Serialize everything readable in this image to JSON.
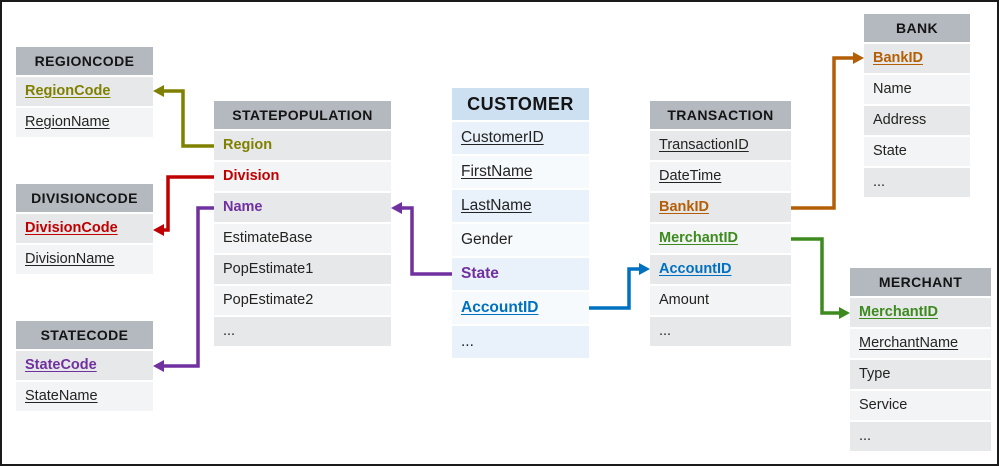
{
  "colors": {
    "region": "#808000",
    "division": "#c00000",
    "state": "#7030a0",
    "account": "#0070c0",
    "bank": "#b45f06",
    "merchant": "#3d8b1e"
  },
  "tables": {
    "regioncode": {
      "title": "REGIONCODE",
      "fields": [
        "RegionCode",
        "RegionName"
      ]
    },
    "divisioncode": {
      "title": "DIVISIONCODE",
      "fields": [
        "DivisionCode",
        "DivisionName"
      ]
    },
    "statecode": {
      "title": "STATECODE",
      "fields": [
        "StateCode",
        "StateName"
      ]
    },
    "statepopulation": {
      "title": "STATEPOPULATION",
      "fields": [
        "Region",
        "Division",
        "Name",
        "EstimateBase",
        "PopEstimate1",
        "PopEstimate2",
        "..."
      ]
    },
    "customer": {
      "title": "CUSTOMER",
      "fields": [
        "CustomerID",
        "FirstName",
        "LastName",
        "Gender",
        "State",
        "AccountID",
        "..."
      ]
    },
    "transaction": {
      "title": "TRANSACTION",
      "fields": [
        "TransactionID",
        "DateTime",
        "BankID",
        "MerchantID",
        "AccountID",
        "Amount",
        "..."
      ]
    },
    "bank": {
      "title": "BANK",
      "fields": [
        "BankID",
        "Name",
        "Address",
        "State",
        "..."
      ]
    },
    "merchant": {
      "title": "MERCHANT",
      "fields": [
        "MerchantID",
        "MerchantName",
        "Type",
        "Service",
        "..."
      ]
    }
  },
  "relationships": [
    {
      "from": "STATEPOPULATION.Region",
      "to": "REGIONCODE.RegionCode",
      "color": "region"
    },
    {
      "from": "STATEPOPULATION.Division",
      "to": "DIVISIONCODE.DivisionCode",
      "color": "division"
    },
    {
      "from": "CUSTOMER.State",
      "to": "STATEPOPULATION.Name",
      "color": "state"
    },
    {
      "from": "STATEPOPULATION.Name",
      "to": "STATECODE.StateCode",
      "color": "state"
    },
    {
      "from": "CUSTOMER.AccountID",
      "to": "TRANSACTION.AccountID",
      "color": "account"
    },
    {
      "from": "TRANSACTION.BankID",
      "to": "BANK.BankID",
      "color": "bank"
    },
    {
      "from": "TRANSACTION.MerchantID",
      "to": "MERCHANT.MerchantID",
      "color": "merchant"
    }
  ]
}
